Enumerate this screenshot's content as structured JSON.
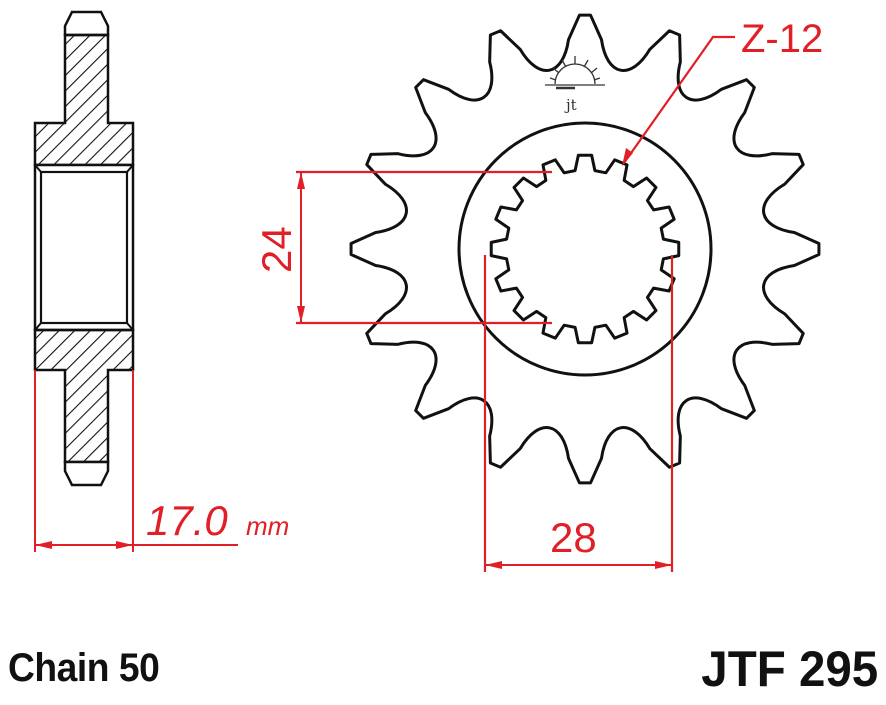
{
  "drawing": {
    "type": "sprocket technical drawing",
    "part_number": "JTF 295",
    "chain_label": "Chain 50",
    "tooth_count_label": "Z-12",
    "dimensions": {
      "width_label": "17.0",
      "width_unit": "mm",
      "spline_height_label": "24",
      "spline_width_label": "28"
    },
    "views": [
      "side-section-view",
      "front-view"
    ],
    "outer_teeth_drawn": 16,
    "spline_teeth_drawn": 16
  },
  "colors": {
    "line": "#111111",
    "dimension": "#e01f26",
    "background": "#ffffff"
  }
}
